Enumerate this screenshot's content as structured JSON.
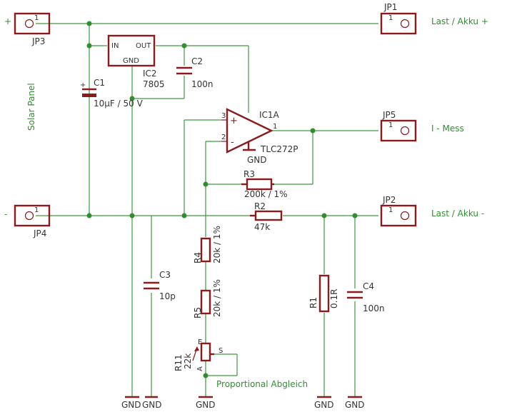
{
  "nets": {
    "plus": "+",
    "minus": "-",
    "solar_panel": "Solar Panel",
    "last_plus": "Last / Akku +",
    "i_mess": "I - Mess",
    "last_minus": "Last / Akku -",
    "proportional": "Proportional Abgleich"
  },
  "connectors": {
    "jp1": "JP1",
    "jp2": "JP2",
    "jp3": "JP3",
    "jp4": "JP4",
    "jp5": "JP5",
    "pin1": "1"
  },
  "ic2": {
    "name": "IC2",
    "value": "7805",
    "in": "IN",
    "out": "OUT",
    "gnd": "GND"
  },
  "ic1": {
    "name": "IC1A",
    "value": "TLC272P",
    "plus": "+",
    "minus": "-",
    "gnd": "GND",
    "pin_out": "1",
    "pin_plus": "3",
    "pin_minus": "2"
  },
  "parts": {
    "c1_name": "C1",
    "c1_value": "10µF / 50 V",
    "c2_name": "C2",
    "c2_value": "100n",
    "c3_name": "C3",
    "c3_value": "10p",
    "c4_name": "C4",
    "c4_value": "100n",
    "r1_name": "R1",
    "r1_value": "0.1R",
    "r2_name": "R2",
    "r2_value": "47k",
    "r3_name": "R3",
    "r3_value": "200k / 1%",
    "r4_name": "R4",
    "r4_value": "20k / 1%",
    "r5_name": "R5",
    "r5_value": "20k / 1%",
    "r11_name": "R11",
    "r11_value": "22k",
    "r11_e": "E",
    "r11_s": "S",
    "r11_a": "A"
  },
  "gnd": {
    "label": "GND"
  },
  "colors": {
    "wire": "#3e9a3e",
    "symbol": "#8b1a1a",
    "net_label": "#2f8f2f",
    "text": "#333333"
  }
}
